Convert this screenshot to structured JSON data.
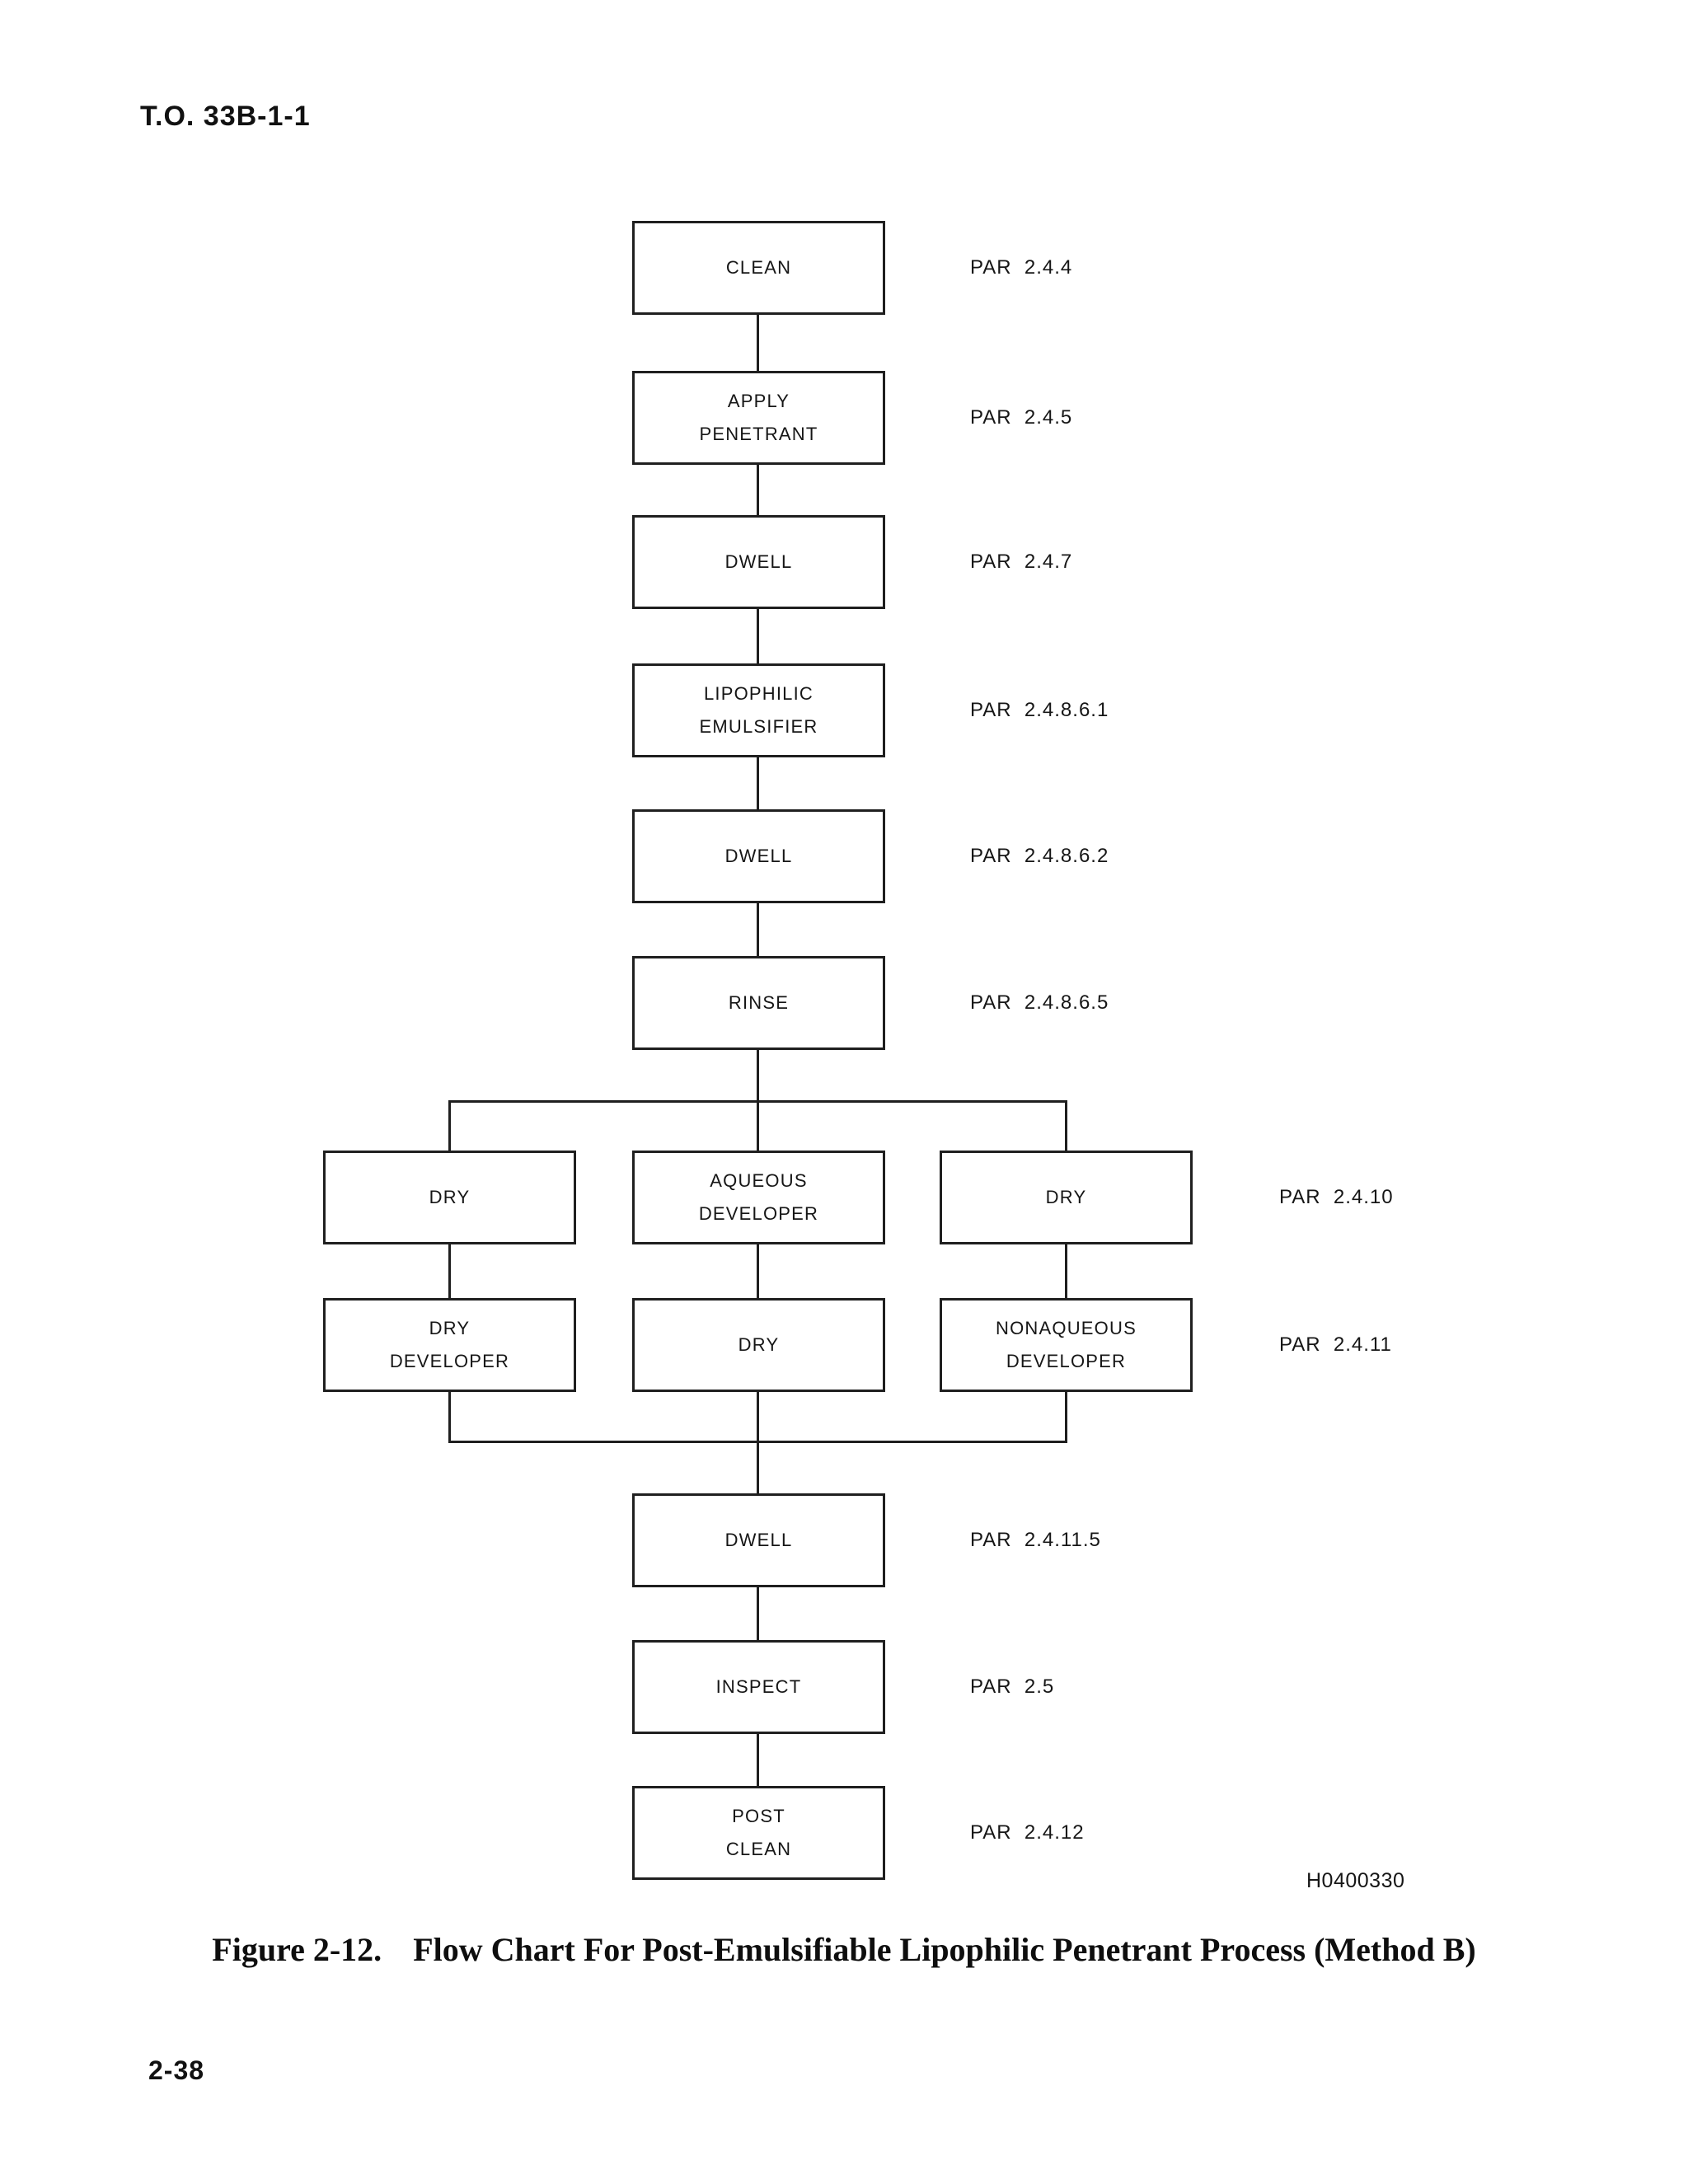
{
  "header": {
    "doc_number": "T.O. 33B-1-1"
  },
  "flowchart": {
    "steps": [
      {
        "label": "CLEAN",
        "par": "PAR  2.4.4"
      },
      {
        "label": "APPLY\nPENETRANT",
        "par": "PAR  2.4.5"
      },
      {
        "label": "DWELL",
        "par": "PAR  2.4.7"
      },
      {
        "label": "LIPOPHILIC\nEMULSIFIER",
        "par": "PAR  2.4.8.6.1"
      },
      {
        "label": "DWELL",
        "par": "PAR  2.4.8.6.2"
      },
      {
        "label": "RINSE",
        "par": "PAR  2.4.8.6.5"
      },
      {
        "label": "DWELL",
        "par": "PAR  2.4.11.5"
      },
      {
        "label": "INSPECT",
        "par": "PAR  2.5"
      },
      {
        "label": "POST\nCLEAN",
        "par": "PAR  2.4.12"
      }
    ],
    "branch_row_1": {
      "left": "DRY",
      "center": "AQUEOUS\nDEVELOPER",
      "right": "DRY",
      "par": "PAR  2.4.10"
    },
    "branch_row_2": {
      "left": "DRY\nDEVELOPER",
      "center": "DRY",
      "right": "NONAQUEOUS\nDEVELOPER",
      "par": "PAR  2.4.11"
    }
  },
  "figure": {
    "artifact_code": "H0400330",
    "caption_label": "Figure 2-12.",
    "caption_title": "Flow Chart For Post-Emulsifiable Lipophilic Penetrant Process (Method B)"
  },
  "footer": {
    "page_number": "2-38"
  }
}
